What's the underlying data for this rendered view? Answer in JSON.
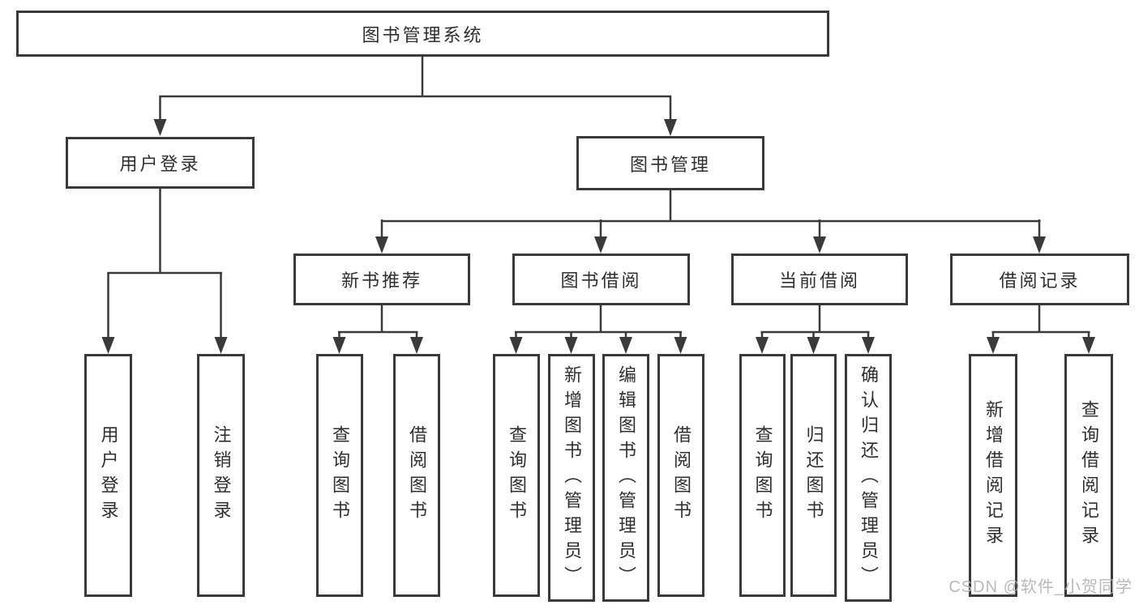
{
  "tree": {
    "root": {
      "label": "图书管理系统"
    },
    "branches": [
      {
        "label": "用户登录",
        "children": [
          {
            "label": "用户登录"
          },
          {
            "label": "注销登录"
          }
        ]
      },
      {
        "label": "图书管理",
        "children": [
          {
            "label": "新书推荐",
            "children": [
              {
                "label": "查询图书"
              },
              {
                "label": "借阅图书"
              }
            ]
          },
          {
            "label": "图书借阅",
            "children": [
              {
                "label": "查询图书"
              },
              {
                "label": "新增图书（管理员）"
              },
              {
                "label": "编辑图书（管理员）"
              },
              {
                "label": "借阅图书"
              }
            ]
          },
          {
            "label": "当前借阅",
            "children": [
              {
                "label": "查询图书"
              },
              {
                "label": "归还图书"
              },
              {
                "label": "确认归还（管理员）"
              }
            ]
          },
          {
            "label": "借阅记录",
            "children": [
              {
                "label": "新增借阅记录"
              },
              {
                "label": "查询借阅记录"
              }
            ]
          }
        ]
      }
    ]
  },
  "watermark": {
    "text": "CSDN @软件_小贺同学"
  },
  "colors": {
    "line": "#3a3a3a",
    "box_border": "#3a3a3a",
    "text": "#2f2f2f",
    "watermark": "#b4b4b4",
    "background": "#ffffff"
  }
}
